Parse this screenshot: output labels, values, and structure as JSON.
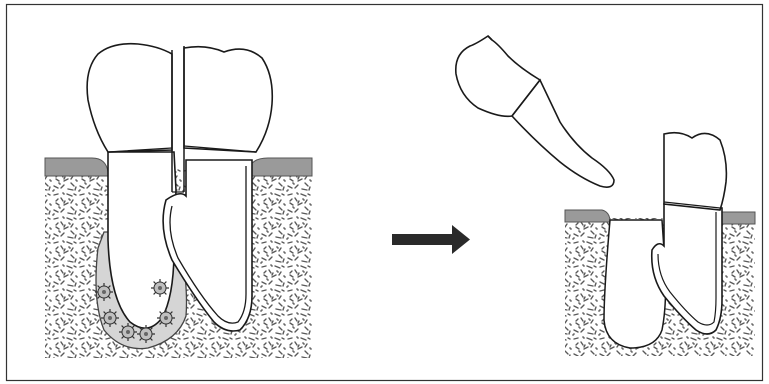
{
  "figure": {
    "panels": [
      {
        "id": "before",
        "components": [
          "crown",
          "root-mesial",
          "root-distal",
          "vertical-fracture-line",
          "alveolar-bone",
          "gingiva",
          "periapical-lesion",
          "bacteria"
        ]
      },
      {
        "id": "after",
        "components": [
          "extracted-root-fragment",
          "retained-crown",
          "retained-root",
          "alveolar-bone",
          "gingiva",
          "extraction-socket"
        ]
      }
    ],
    "transition": "arrow-right",
    "bacteria_count": 6,
    "colors": {
      "outline": "#1a1a1a",
      "frame": "#333333",
      "gingiva": "#9a9a9a",
      "bone_speckle": "#555555",
      "lesion": "#d8d8d8",
      "arrow": "#2a2a2a",
      "background": "#ffffff"
    }
  }
}
